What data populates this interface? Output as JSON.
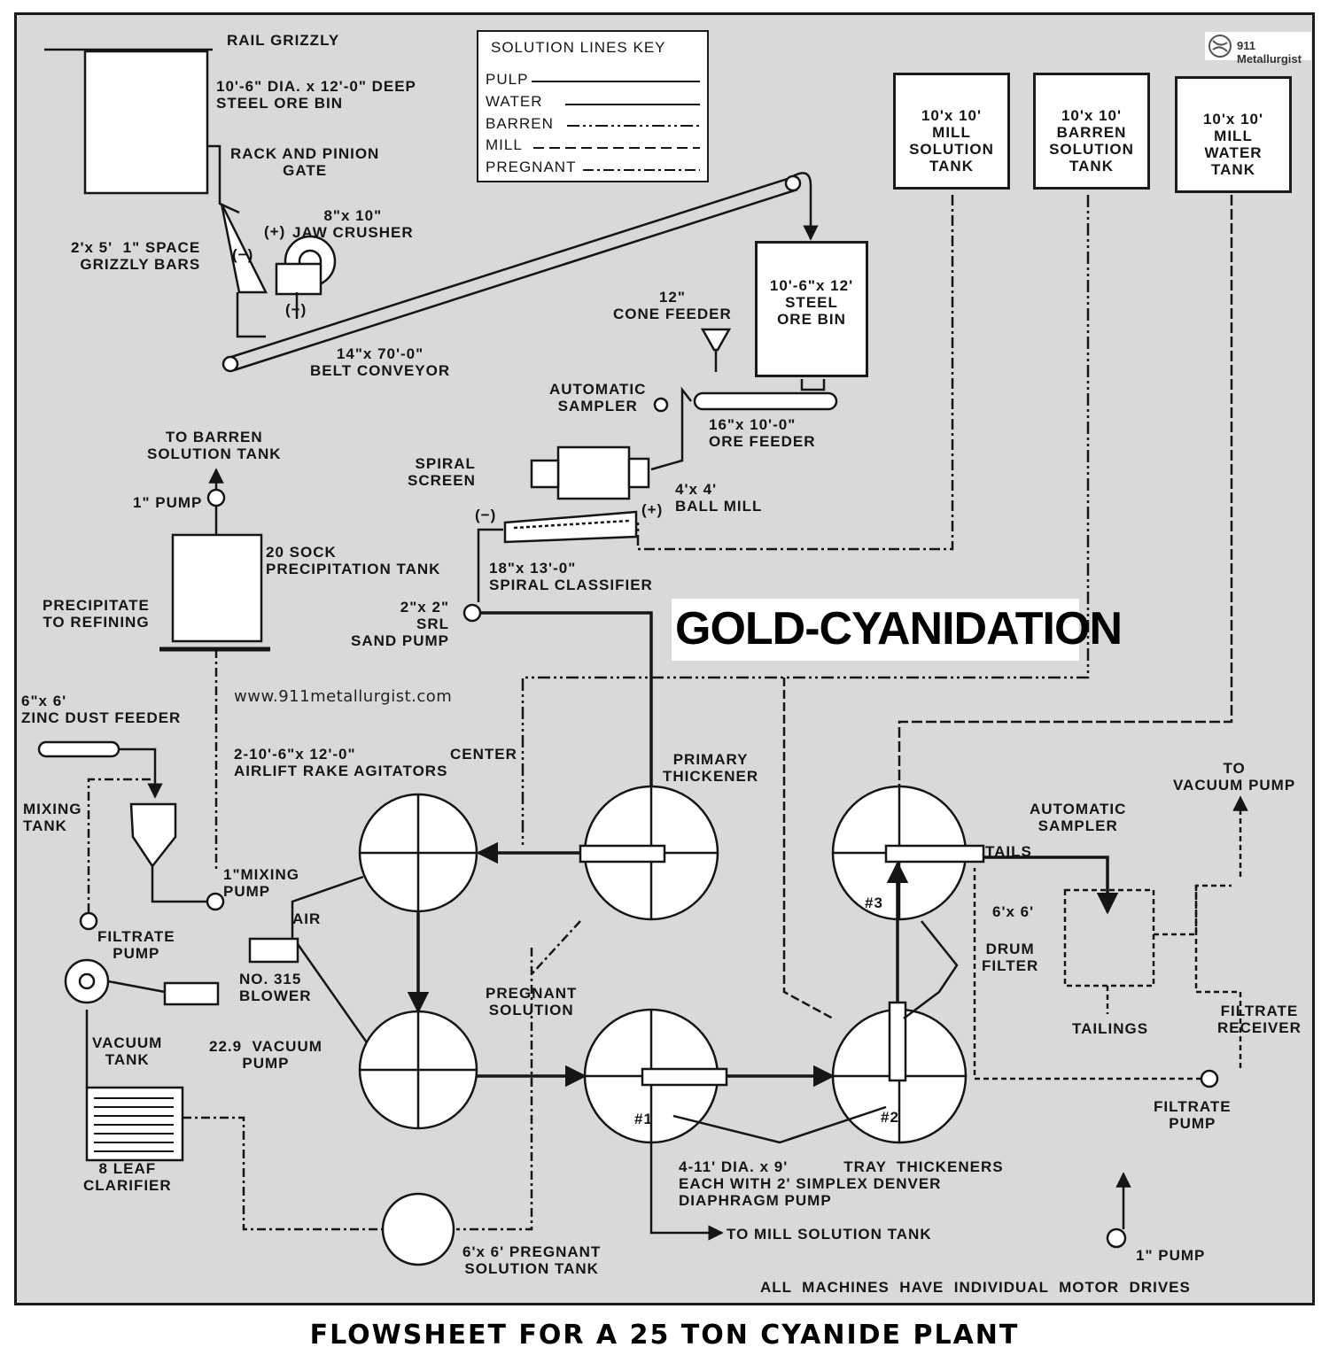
{
  "heading": "GOLD-CYANIDATION",
  "caption": "FLOWSHEET FOR A 25 TON CYANIDE PLANT",
  "website": "www.911metallurgist.com",
  "logo": "911 Metallurgist",
  "key": {
    "title": "SOLUTION LINES KEY",
    "items": [
      "PULP",
      "WATER",
      "BARREN",
      "MILL",
      "PREGNANT"
    ]
  },
  "tanks": {
    "mill_solution": "10'x 10'\nMILL\nSOLUTION\nTANK",
    "barren_solution": "10'x 10'\nBARREN\nSOLUTION\nTANK",
    "mill_water": "10'x 10'\nMILL\nWATER\nTANK",
    "steel_ore_bin": "10'-6\"x 12'\nSTEEL\nORE BIN"
  },
  "labels": {
    "rail_grizzly": "RAIL GRIZZLY",
    "ore_bin_top": "10'-6\" DIA. x 12'-0\" DEEP\nSTEEL ORE BIN",
    "rack_gate": "RACK AND PINION\nGATE",
    "jaw_crusher": "8\"x 10\"\nJAW CRUSHER",
    "grizzly_bars": "2'x 5'  1\" SPACE\nGRIZZLY BARS",
    "belt_conveyor": "14\"x 70'-0\"\nBELT CONVEYOR",
    "cone_feeder": "12\"\nCONE FEEDER",
    "auto_sampler_top": "AUTOMATIC\nSAMPLER",
    "ore_feeder": "16\"x 10'-0\"\nORE FEEDER",
    "spiral_screen": "SPIRAL\nSCREEN",
    "ball_mill": "4'x 4'\nBALL MILL",
    "spiral_classifier": "18\"x 13'-0\"\nSPIRAL CLASSIFIER",
    "sand_pump": "2\"x 2\"\nSRL\nSAND PUMP",
    "to_barren": "TO BARREN\nSOLUTION TANK",
    "one_pump_top": "1\" PUMP",
    "sock_tank": "20 SOCK\nPRECIPITATION TANK",
    "precipitate": "PRECIPITATE\nTO REFINING",
    "zinc_feeder": "6\"x 6'\nZINC DUST FEEDER",
    "agitators": "2-10'-6\"x 12'-0\"\nAIRLIFT RAKE AGITATORS",
    "center": "CENTER",
    "mixing_tank": "MIXING\nTANK",
    "mixing_pump": "1\"MIXING\nPUMP",
    "air": "AIR",
    "blower": "NO. 315\nBLOWER",
    "filtrate_pump_left": "FILTRATE\nPUMP",
    "vacuum_tank": "VACUUM\nTANK",
    "vacuum_pump": "22.9  VACUUM\nPUMP",
    "leaf_clarifier": "8 LEAF\nCLARIFIER",
    "pregnant_solution": "PREGNANT\nSOLUTION",
    "primary_thickener": "PRIMARY\nTHICKENER",
    "to_vacuum": "TO\nVACUUM PUMP",
    "auto_sampler_right": "AUTOMATIC\nSAMPLER",
    "tails": "TAILS",
    "drum_filter_size": "6'x 6'",
    "drum_filter": "DRUM\nFILTER",
    "tailings": "TAILINGS",
    "filtrate_receiver": "FILTRATE\nRECEIVER",
    "filtrate_pump_right": "FILTRATE\nPUMP",
    "tray_thickeners": "4-11' DIA. x 9'           TRAY  THICKENERS\nEACH WITH 2' SIMPLEX DENVER\nDIAPHRAGM PUMP",
    "to_mill_solution": "TO MILL SOLUTION TANK",
    "pregnant_tank": "6'x 6' PREGNANT\nSOLUTION TANK",
    "one_pump_bottom": "1\" PUMP",
    "motor_drives": "ALL  MACHINES  HAVE  INDIVIDUAL  MOTOR  DRIVES",
    "thickener_1": "#1",
    "thickener_2": "#2",
    "thickener_3": "#3",
    "plus_1": "(+)",
    "minus_1": "(−)",
    "minus_2": "(−)",
    "minus_3": "(−)",
    "plus_2": "(+)"
  },
  "colors": {
    "background": "#d9d9d9",
    "ink": "#151515",
    "paper": "#ffffff"
  }
}
